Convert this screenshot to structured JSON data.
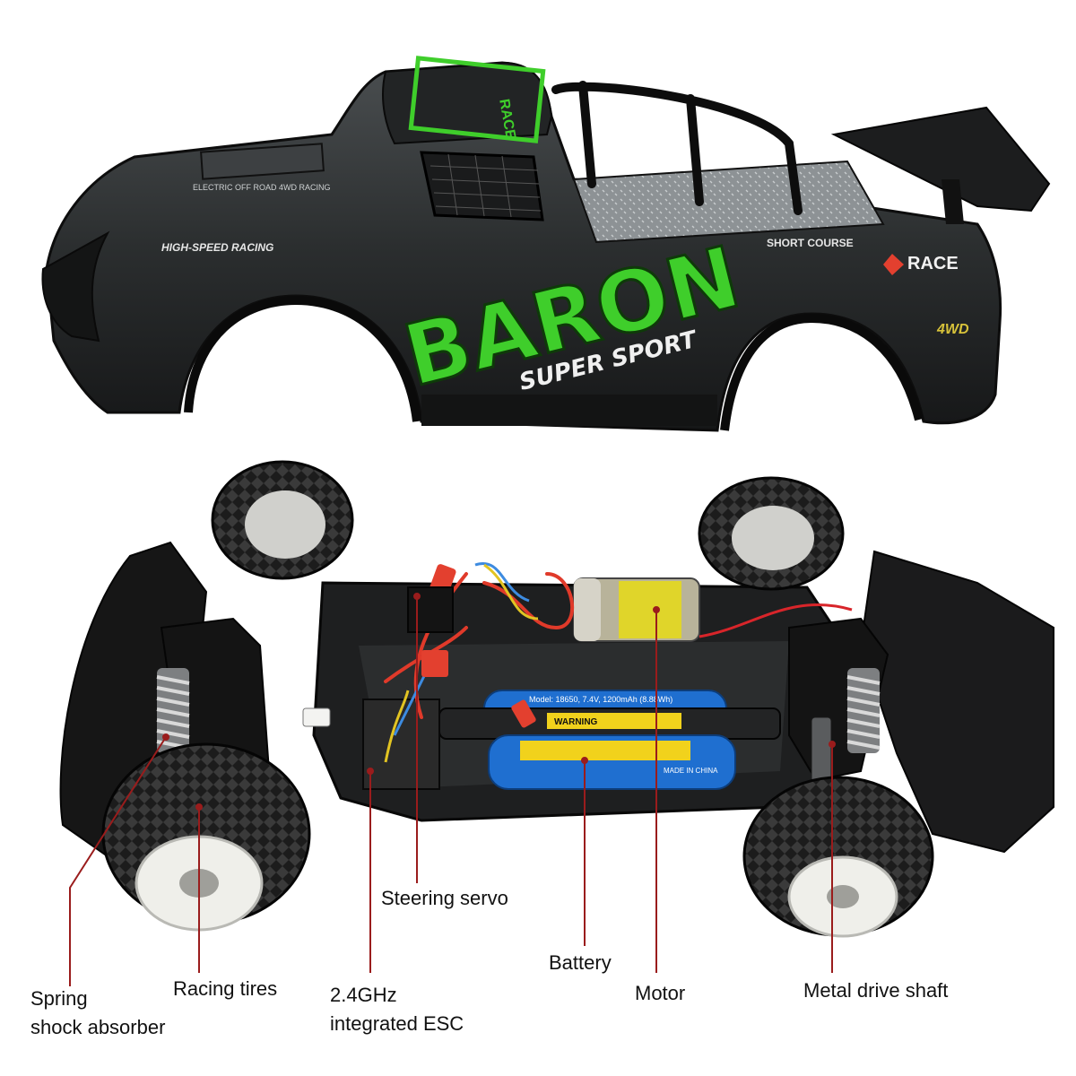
{
  "body_shell": {
    "logo_text": "BARON",
    "logo_subtext": "SUPER SPORT",
    "brand_text": "RACE",
    "side_text": "HIGH-SPEED RACING",
    "course_text": "SHORT COURSE",
    "roof_text": "RACE",
    "badge_4wd": "4WD",
    "hood_text": "ELECTRIC OFF ROAD 4WD RACING"
  },
  "battery_text": {
    "label": "Model: 18650, 7.4V, 1200mAh (8.88Wh)",
    "warning": "WARNING",
    "made_in": "MADE IN CHINA"
  },
  "labels": {
    "spring_line1": "Spring",
    "spring_line2": "shock absorber",
    "racing_tires": "Racing tires",
    "esc_line1": "2.4GHz",
    "esc_line2": "integrated ESC",
    "steering_servo": "Steering servo",
    "battery": "Battery",
    "motor": "Motor",
    "metal_drive_shaft": "Metal drive shaft"
  },
  "colors": {
    "body_dark": "#2b2e2f",
    "accent_green": "#3fce2b",
    "leader_line": "#9a1c1c",
    "battery_blue": "#1f6fd0",
    "battery_yellow": "#f1d21c",
    "connector_red": "#e3402f",
    "tire_black": "#1c1c1c",
    "rim_white": "#efefea"
  }
}
